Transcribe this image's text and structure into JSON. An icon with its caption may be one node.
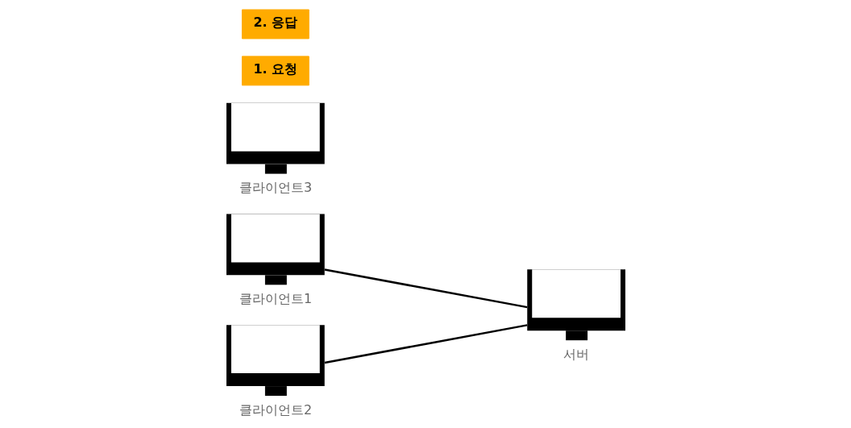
{
  "diagram": {
    "nodes": [
      {
        "text": [],
        "shape": "monitor",
        "beside": [
          "클라이언트1"
        ]
      },
      {
        "text": [],
        "shape": "monitor",
        "beside": [
          "클라이언트2"
        ]
      },
      {
        "text": [],
        "shape": "monitor",
        "beside": [
          "클라이언트3"
        ]
      },
      {
        "text": [
          "1. 요청"
        ]
      },
      {
        "text": [
          "2. 응답"
        ]
      },
      {
        "text": [],
        "shape": "monitor",
        "beside": [
          "서버"
        ]
      }
    ],
    "edges": [
      {
        "from": 0,
        "to": 5,
        "arrow": "none"
      },
      {
        "from": 1,
        "to": 5,
        "arrow": "none"
      }
    ]
  }
}
